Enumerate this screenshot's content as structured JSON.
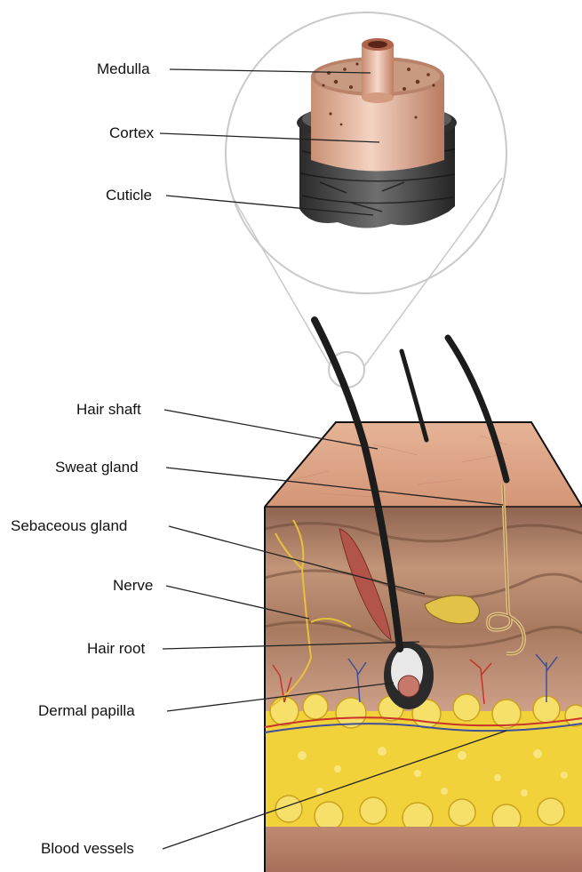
{
  "labels": {
    "medulla": "Medulla",
    "cortex": "Cortex",
    "cuticle": "Cuticle",
    "hair_shaft": "Hair shaft",
    "sweat_gland": "Sweat gland",
    "sebaceous_gland": "Sebaceous gland",
    "nerve": "Nerve",
    "hair_root": "Hair root",
    "dermal_papilla": "Dermal papilla",
    "blood_vessels": "Blood vessels"
  },
  "colors": {
    "epidermis": "#d9a183",
    "dermis": "#b07e63",
    "dermis_dark": "#7a5440",
    "fat": "#f2d23a",
    "fat_shadow": "#caa21e",
    "hair": "#1c1c1c",
    "cortex": "#e7b8a0",
    "cuticle": "#3b3b3b",
    "muscle": "#b3544a",
    "nerve": "#e5c23a",
    "artery": "#c8332b",
    "vein": "#3f4f9a"
  }
}
